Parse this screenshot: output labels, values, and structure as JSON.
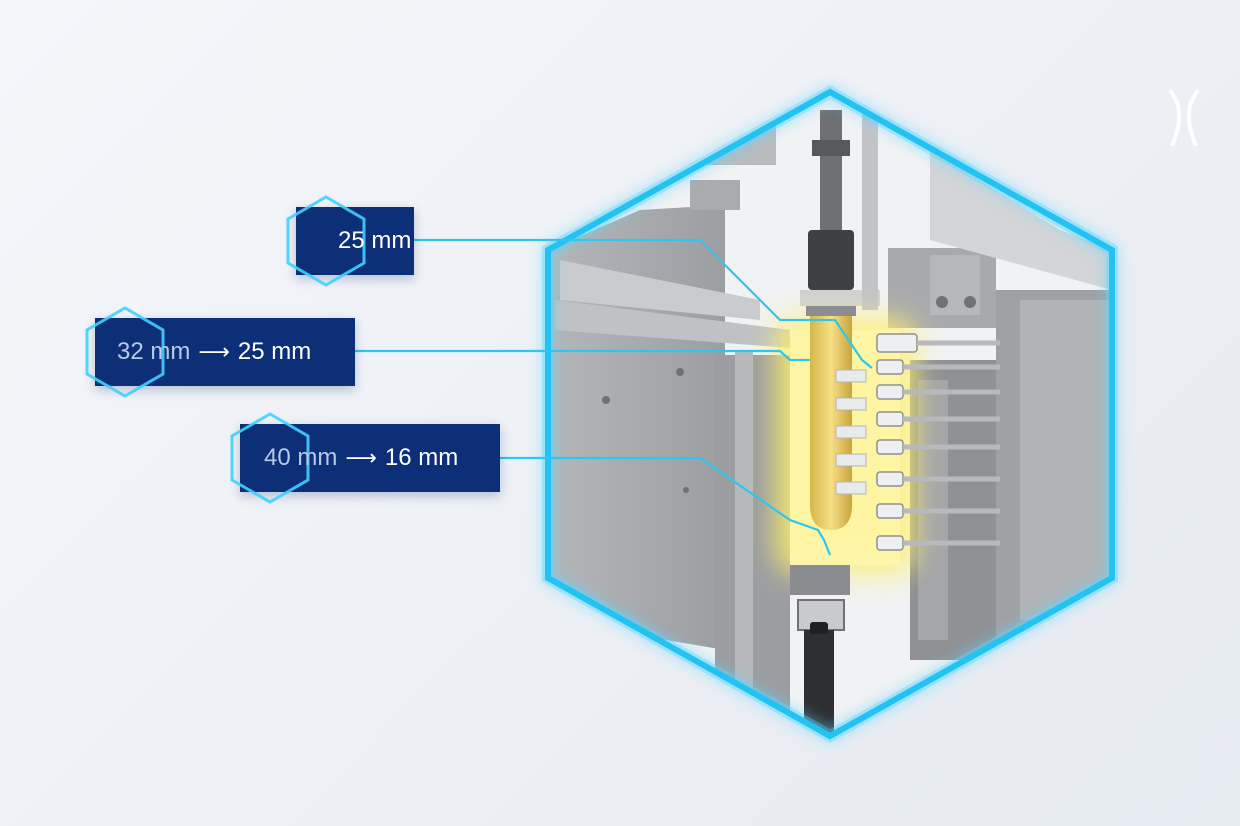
{
  "labels": [
    {
      "from": "",
      "arrow": "",
      "to": "25 mm"
    },
    {
      "from": "32 mm",
      "arrow": "⟶",
      "to": "25 mm"
    },
    {
      "from": "40 mm",
      "arrow": "⟶",
      "to": "16 mm"
    }
  ],
  "colors": {
    "accent_cyan": "#29c6f2",
    "label_bg": "#0c2f78",
    "heater_glow": "#fff06a",
    "machine_gray": "#a3a5a8"
  },
  "icons": {
    "brand_mark": "logo-mark-icon"
  }
}
